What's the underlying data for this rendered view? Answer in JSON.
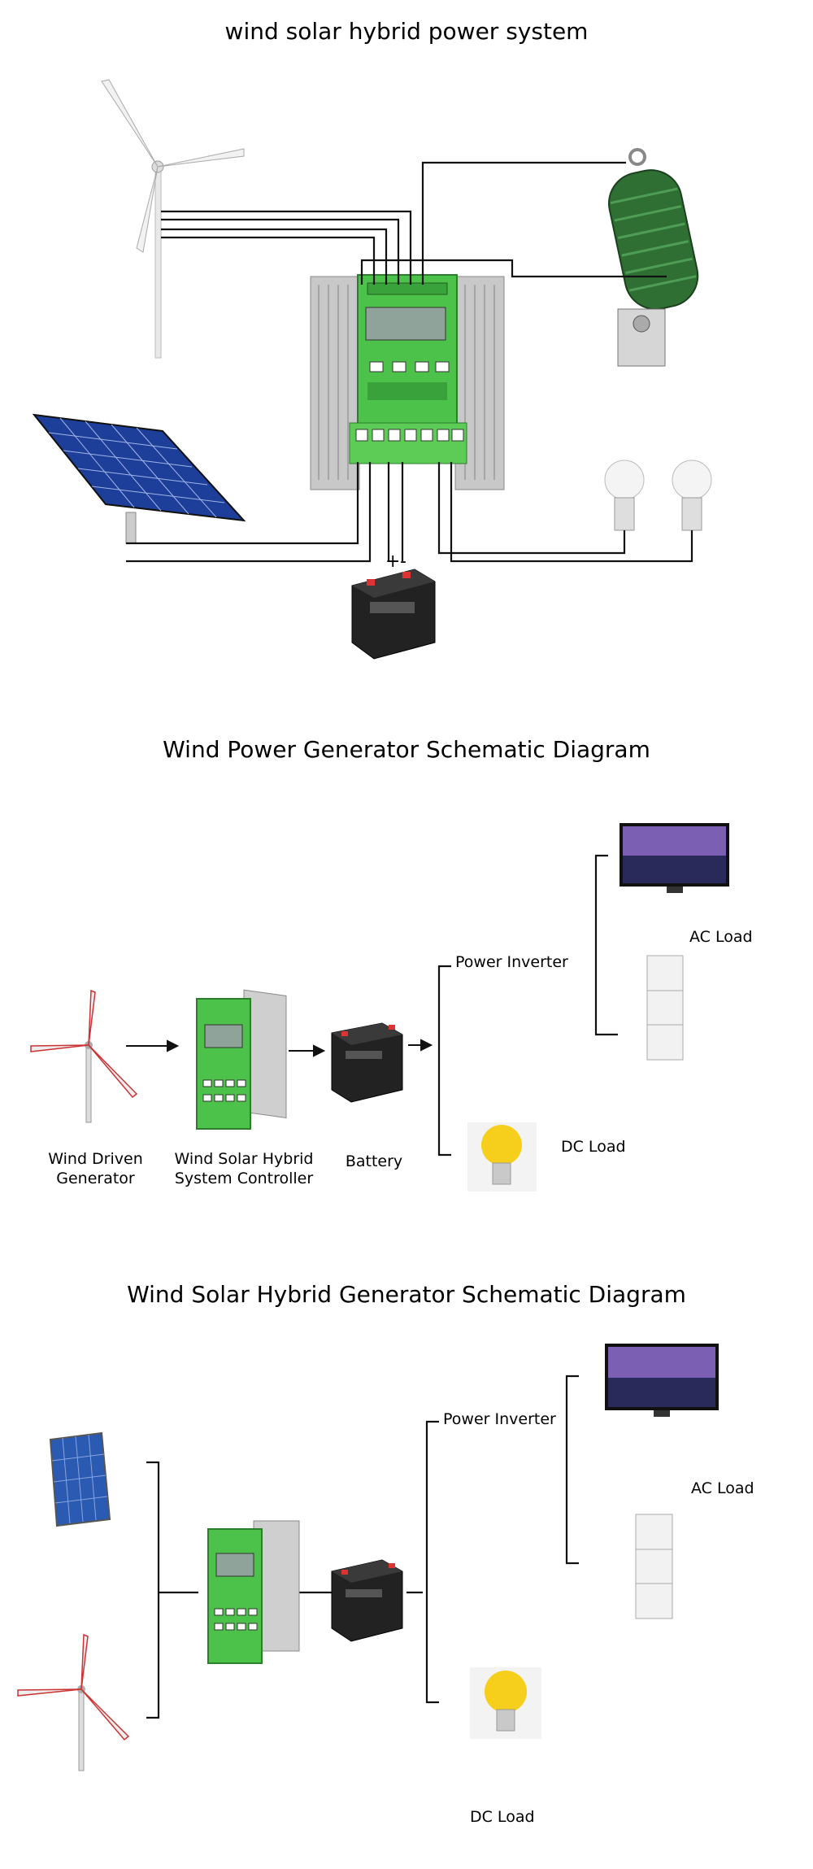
{
  "section1": {
    "title": "wind solar hybrid power system",
    "battery_plus": "+",
    "battery_minus": "-"
  },
  "section2": {
    "title": "Wind Power Generator Schematic Diagram",
    "labels": {
      "generator": "Wind Driven Generator",
      "controller": "Wind Solar Hybrid System Controller",
      "battery": "Battery",
      "inverter": "Power Inverter",
      "ac_load": "AC Load",
      "dc_load": "DC Load"
    }
  },
  "section3": {
    "title": "Wind Solar Hybrid Generator Schematic Diagram",
    "labels": {
      "inverter": "Power Inverter",
      "ac_load": "AC Load",
      "dc_load": "DC Load"
    }
  },
  "colors": {
    "controller_green": "#4cc24a",
    "solar_blue": "#1d3f9a",
    "bulb_yellow": "#f5cf1c",
    "resistor_green": "#2f6f34"
  }
}
